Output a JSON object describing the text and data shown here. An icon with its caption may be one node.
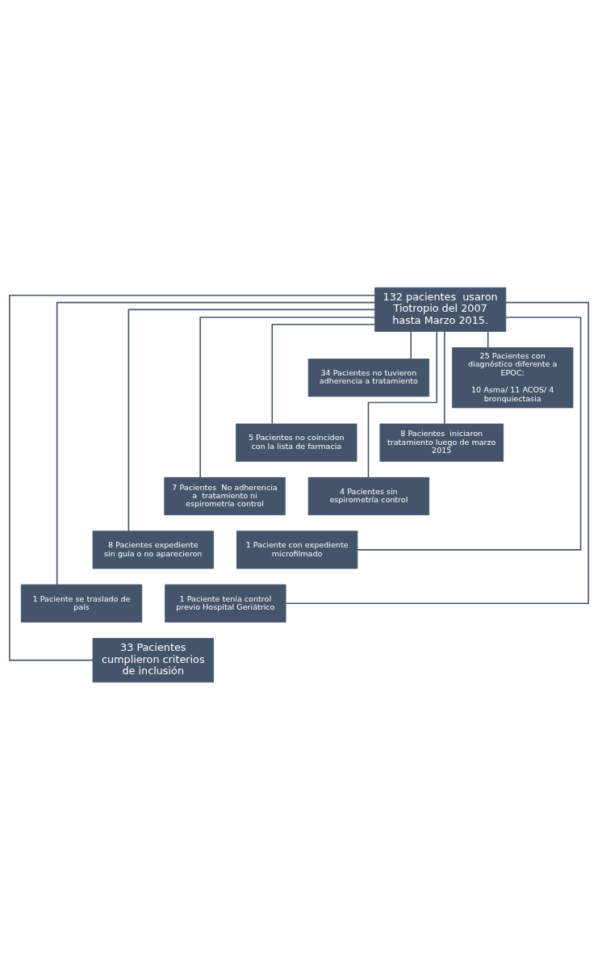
{
  "diagram": {
    "nodes": [
      {
        "text": [
          "132 pacientes  usaron Tiotropio del 2007 hasta Marzo 2015."
        ]
      },
      {
        "text": [
          "34 Pacientes no tuvieron adherencia a tratamiento"
        ]
      },
      {
        "text": [
          "25 Pacientes con diagnóstico diferente a EPOC:",
          "10 Asma/ 11 ACOS/ 4 bronquiectasia"
        ]
      },
      {
        "text": [
          "5 Pacientes no coinciden con la lista de farmacia"
        ]
      },
      {
        "text": [
          "8 Pacientes  iniciaron tratamiento luego de marzo 2015"
        ]
      },
      {
        "text": [
          "7 Pacientes  No adherencia a  tratamiento ni espirometría control"
        ]
      },
      {
        "text": [
          "4 Pacientes sin espirometría control"
        ]
      },
      {
        "text": [
          "8 Pacientes expediente  sin guía o no aparecieron"
        ]
      },
      {
        "text": [
          "1 Paciente con expediente microfilmado"
        ]
      },
      {
        "text": [
          "1 Paciente se traslado de país"
        ]
      },
      {
        "text": [
          "1 Paciente tenía control previo Hospital Geriátrico"
        ]
      },
      {
        "text": [
          "33 Pacientes cumplieron criterios de inclusión"
        ]
      }
    ],
    "edges": [
      {
        "from": 0,
        "to": 1,
        "arrow": "none"
      },
      {
        "from": 0,
        "to": 2,
        "arrow": "none"
      },
      {
        "from": 0,
        "to": 3,
        "arrow": "none"
      },
      {
        "from": 0,
        "to": 4,
        "arrow": "none"
      },
      {
        "from": 0,
        "to": 5,
        "arrow": "none"
      },
      {
        "from": 0,
        "to": 6,
        "arrow": "none"
      },
      {
        "from": 0,
        "to": 7,
        "arrow": "none"
      },
      {
        "from": 0,
        "to": 8,
        "arrow": "none"
      },
      {
        "from": 0,
        "to": 9,
        "arrow": "none"
      },
      {
        "from": 0,
        "to": 10,
        "arrow": "none"
      },
      {
        "from": 0,
        "to": 11,
        "arrow": "none"
      }
    ]
  }
}
